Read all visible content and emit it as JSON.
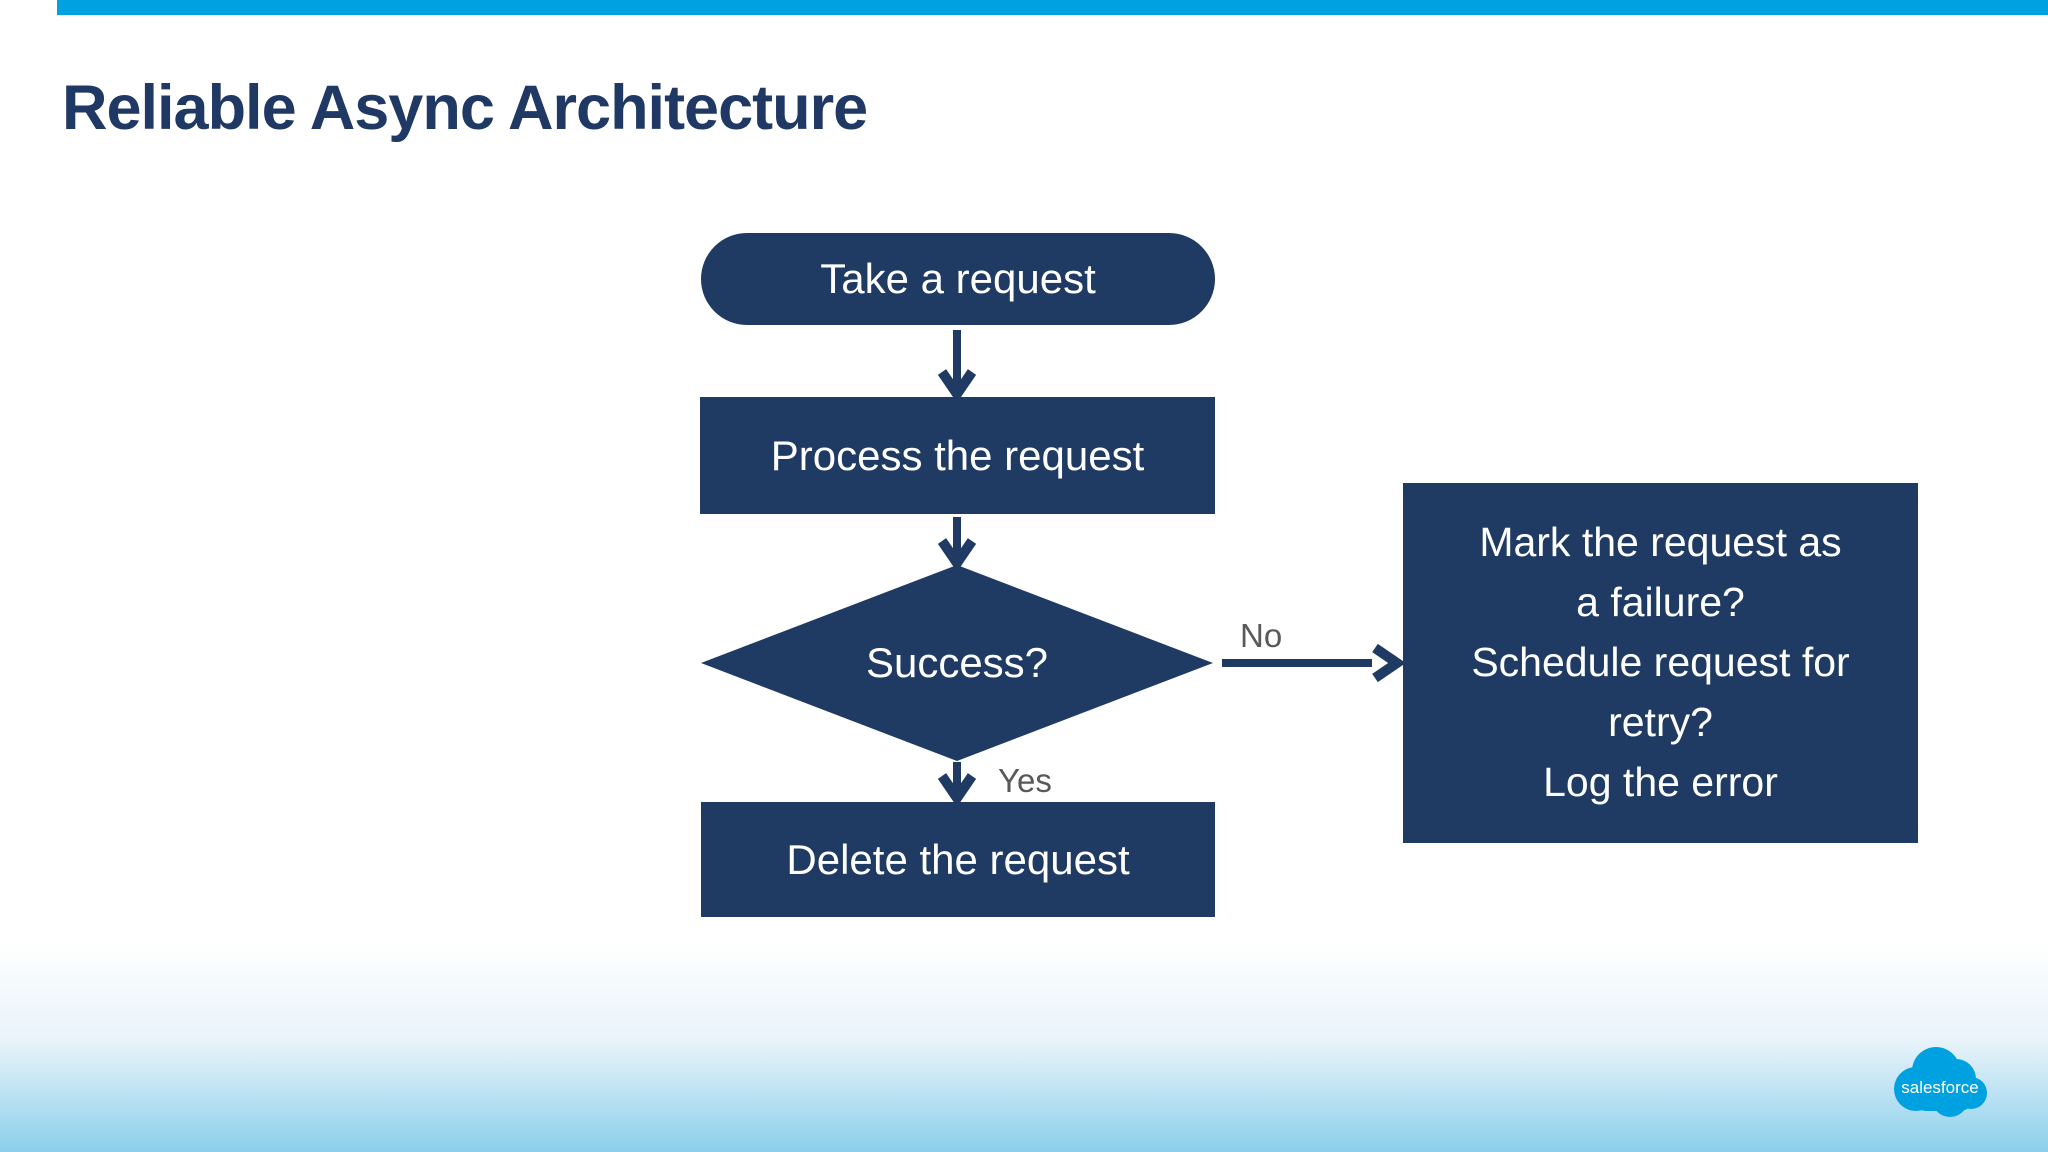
{
  "slide": {
    "title": "Reliable Async Architecture"
  },
  "colors": {
    "accent_bar": "#00A1E0",
    "shape_fill": "#1F3A63",
    "title_text": "#1F3864",
    "edge_label": "#595959",
    "bottom_gradient": "#8BCFEB"
  },
  "flowchart": {
    "nodes": {
      "start": {
        "type": "terminator",
        "label": "Take a request"
      },
      "process": {
        "type": "process",
        "label": "Process the request"
      },
      "decision": {
        "type": "decision",
        "label": "Success?"
      },
      "failure": {
        "type": "process",
        "lines": [
          "Mark the request as",
          "a failure?",
          "Schedule request for",
          "retry?",
          "Log the error"
        ]
      },
      "delete": {
        "type": "process",
        "label": "Delete the request"
      }
    },
    "edge_labels": {
      "no": "No",
      "yes": "Yes"
    }
  },
  "footer": {
    "logo_text": "salesforce"
  }
}
